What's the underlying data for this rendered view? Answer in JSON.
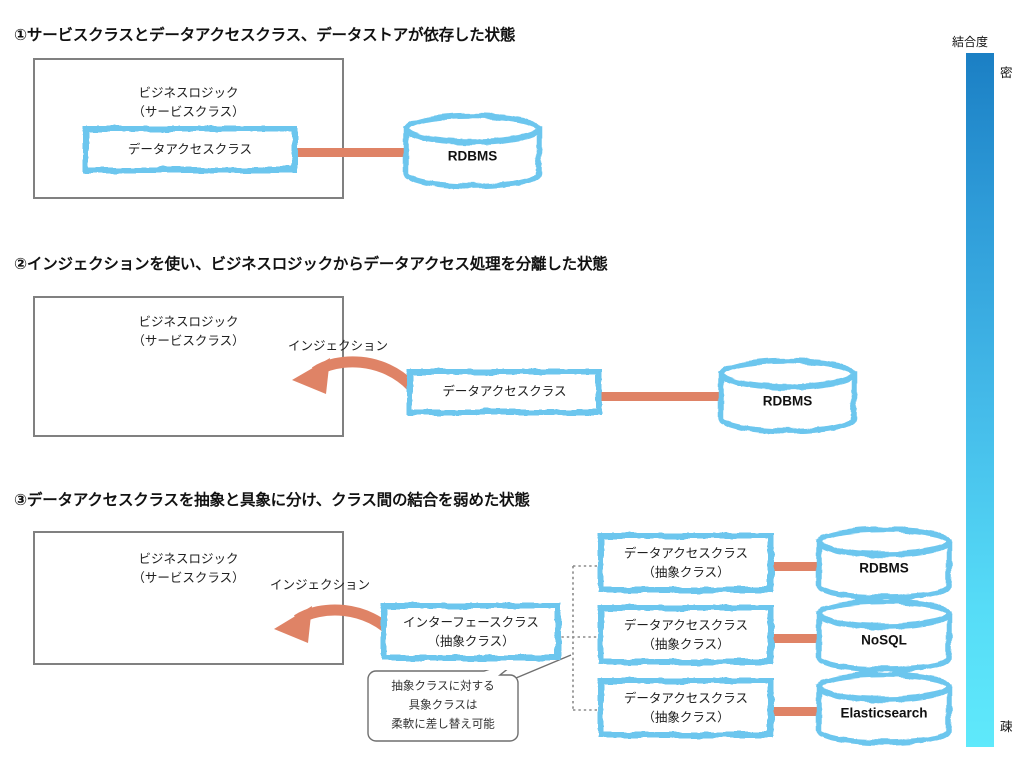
{
  "sections": [
    {
      "id": "s1",
      "heading": "①サービスクラスとデータアクセスクラス、データストアが依存した状態",
      "container_label_line1": "ビジネスロジック",
      "container_label_line2": "（サービスクラス）",
      "data_access_label": "データアクセスクラス",
      "datastore_label": "RDBMS"
    },
    {
      "id": "s2",
      "heading": "②インジェクションを使い、ビジネスロジックからデータアクセス処理を分離した状態",
      "container_label_line1": "ビジネスロジック",
      "container_label_line2": "（サービスクラス）",
      "injection_label": "インジェクション",
      "data_access_label": "データアクセスクラス",
      "datastore_label": "RDBMS"
    },
    {
      "id": "s3",
      "heading": "③データアクセスクラスを抽象と具象に分け、クラス間の結合を弱めた状態",
      "container_label_line1": "ビジネスロジック",
      "container_label_line2": "（サービスクラス）",
      "injection_label": "インジェクション",
      "interface_label_line1": "インターフェースクラス",
      "interface_label_line2": "（抽象クラス）",
      "callout_line1": "抽象クラスに対する",
      "callout_line2": "具象クラスは",
      "callout_line3": "柔軟に差し替え可能",
      "implementations": [
        {
          "class_line1": "データアクセスクラス",
          "class_line2": "（抽象クラス）",
          "datastore_label": "RDBMS"
        },
        {
          "class_line1": "データアクセスクラス",
          "class_line2": "（抽象クラス）",
          "datastore_label": "NoSQL"
        },
        {
          "class_line1": "データアクセスクラス",
          "class_line2": "（抽象クラス）",
          "datastore_label": "Elasticsearch"
        }
      ]
    }
  ],
  "legend": {
    "title": "結合度",
    "top_label": "密",
    "bottom_label": "疎",
    "top_color": "#1B7FC4",
    "bottom_color": "#5FE9FB"
  },
  "colors": {
    "sketch_blue": "#6CC6EE",
    "orange": "#DF8366",
    "gray_border": "#808080",
    "dotted_gray": "#808080"
  },
  "icons": {
    "injection_arrow": "curved-arrow-left-icon",
    "datastore": "cylinder-database-icon",
    "branch": "dotted-branch-icon"
  }
}
